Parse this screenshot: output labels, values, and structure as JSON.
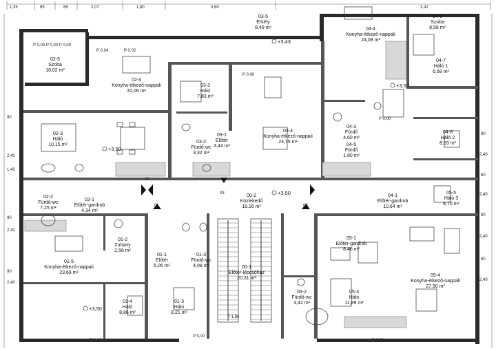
{
  "top_dimensions": [
    "1,35",
    "85",
    "85",
    "2,07",
    "1,80",
    "3,60",
    "3,42"
  ],
  "side_dimensions_left": [
    "90",
    "2,40",
    "1,40",
    "90",
    "2,40",
    "90",
    "2,40"
  ],
  "side_dimensions_right": [
    "90",
    "2,40",
    "90",
    "2,40",
    "90",
    "2,40",
    "90",
    "2,40"
  ],
  "rooms": [
    {
      "id": "02-5",
      "name": "Szoba",
      "area": "10,02 m²"
    },
    {
      "id": "02-4",
      "name": "Konyha-étkező-nappali",
      "area": "31,06 m²"
    },
    {
      "id": "03-3",
      "name": "Háló",
      "area": "7,83 m²"
    },
    {
      "id": "03-5",
      "name": "Erkély",
      "area": "8,49 m²"
    },
    {
      "id": "04-4",
      "name": "Konyha-étkező-nappali",
      "area": "24,08 m²"
    },
    {
      "id": "04-6",
      "name": "Szoba",
      "area": "8,58 m²"
    },
    {
      "id": "04-7",
      "name": "Háló 1",
      "area": "6,68 m²"
    },
    {
      "id": "02-3",
      "name": "Háló",
      "area": "10,15 m²"
    },
    {
      "id": "03-2",
      "name": "Fürdő-wc",
      "area": "3,32 m²"
    },
    {
      "id": "03-1",
      "name": "Előtér",
      "area": "3,44 m²"
    },
    {
      "id": "03-4",
      "name": "Konyha-étkező-nappali",
      "area": "24,75 m²"
    },
    {
      "id": "04-3",
      "name": "Fürdő",
      "area": "4,60 m²"
    },
    {
      "id": "04-5",
      "name": "Fürdő",
      "area": "1,80 m²"
    },
    {
      "id": "04-8",
      "name": "Háló 2",
      "area": "8,83 m²"
    },
    {
      "id": "02-2",
      "name": "Fürdő-wc",
      "area": "7,25 m²"
    },
    {
      "id": "02-1",
      "name": "Előtér-gardrob",
      "area": "4,34 m²"
    },
    {
      "id": "00-2",
      "name": "Közlekedő",
      "area": "18,16 m²"
    },
    {
      "id": "04-1",
      "name": "Előtér-gardrob",
      "area": "10,64 m²"
    },
    {
      "id": "05-5",
      "name": "Háló 3",
      "area": "8,70 m²"
    },
    {
      "id": "01-5",
      "name": "Konyha-étkező-nappali",
      "area": "23,69 m²"
    },
    {
      "id": "01-2",
      "name": "Zuhany",
      "area": "2,56 m²"
    },
    {
      "id": "01-1",
      "name": "Előtér",
      "area": "6,06 m²"
    },
    {
      "id": "01-3",
      "name": "Fürdő-wc",
      "area": "4,08 m²"
    },
    {
      "id": "00-1",
      "name": "Előtér-lépcsőház",
      "area": "20,31 m²"
    },
    {
      "id": "05-1",
      "name": "Előtér-gardrob",
      "area": "8,46 m²"
    },
    {
      "id": "05-4",
      "name": "Konyha-étkező-nappali",
      "area": "27,90 m²"
    },
    {
      "id": "01-4",
      "name": "Háló",
      "area": "8,86 m²"
    },
    {
      "id": "01-3",
      "name": "Háló",
      "area": "8,21 m²"
    },
    {
      "id": "05-2",
      "name": "Fürdő-wc",
      "area": "3,42 m²"
    },
    {
      "id": "05-3",
      "name": "Háló",
      "area": "11,89 m²"
    }
  ],
  "levels": [
    "+3,50",
    "+3,50",
    "+3,50",
    "+3,50",
    "+3,43"
  ],
  "section_markers": [
    "01",
    "02",
    "03",
    "05"
  ],
  "misc_labels": {
    "p_top": "P 0,00 P 0,00 P 0,00",
    "p04": "P 0,04",
    "p02": "P 0,02",
    "p00a": "P 0,00",
    "p00b": "P 0,00",
    "p00c": "P 0,00",
    "p00d": "P 0,00",
    "stair_bottom": "P 1,80",
    "stair_bottom2": "P 0,00"
  }
}
